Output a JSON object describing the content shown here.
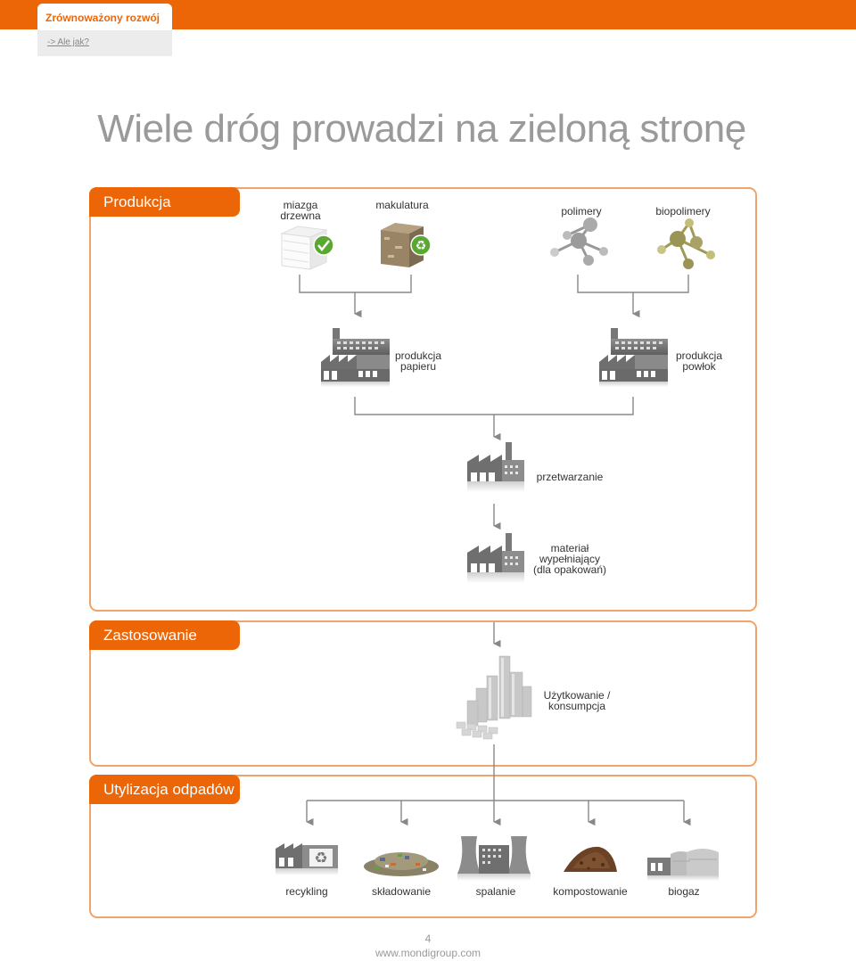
{
  "header": {
    "section_title": "Zrównoważony rozwój",
    "link_label": "-> Ale jak?",
    "accent_color": "#ec6608"
  },
  "title": "Wiele dróg prowadzi na zieloną stronę",
  "sections": {
    "production": {
      "label": "Produkcja",
      "inputs": [
        {
          "label": "miazga\ndrzewna",
          "icon": "pulp-bale-icon"
        },
        {
          "label": "makulatura",
          "icon": "wastepaper-bale-icon"
        },
        {
          "label": "polimery",
          "icon": "molecule-grey-icon"
        },
        {
          "label": "biopolimery",
          "icon": "molecule-green-icon"
        }
      ],
      "factories": [
        {
          "label": "produkcja\npapieru",
          "icon": "factory-icon"
        },
        {
          "label": "produkcja\npowłok",
          "icon": "factory-icon"
        }
      ],
      "converting": {
        "label": "przetwarzanie",
        "icon": "factory-chimney-icon"
      },
      "filling": {
        "label": "materiał\nwypełniający\n(dla opakowań)",
        "icon": "factory-chimney-icon"
      }
    },
    "application": {
      "label": "Zastosowanie",
      "consumption": {
        "label": "Użytkowanie /\nkonsumpcja",
        "icon": "city-icon"
      }
    },
    "waste": {
      "label": "Utylizacja odpadów",
      "items": [
        {
          "label": "recykling",
          "icon": "recycling-plant-icon"
        },
        {
          "label": "składowanie",
          "icon": "landfill-icon"
        },
        {
          "label": "spalanie",
          "icon": "incineration-icon"
        },
        {
          "label": "kompostowanie",
          "icon": "compost-icon"
        },
        {
          "label": "biogaz",
          "icon": "biogas-tanks-icon"
        }
      ]
    }
  },
  "footer": {
    "page_number": "4",
    "url": "www.mondigroup.com"
  }
}
